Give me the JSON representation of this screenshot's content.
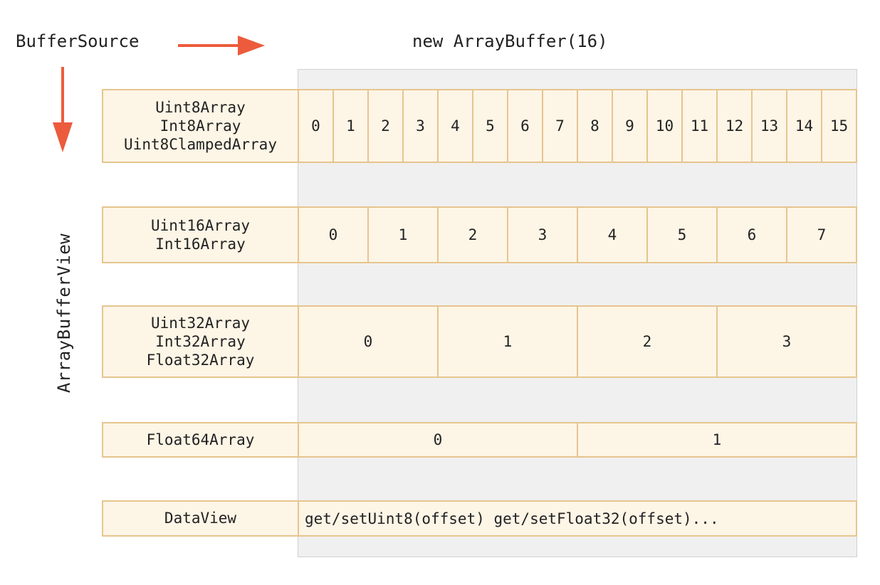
{
  "top_labels": {
    "buffer_source": "BufferSource",
    "array_buffer": "new ArrayBuffer(16)",
    "array_buffer_view": "ArrayBufferView"
  },
  "colors": {
    "arrow": "#ec5b3c",
    "cell_fill": "#fdf5e6",
    "cell_border": "#e6c58e",
    "buffer_fill": "#f0f0f0"
  },
  "rows": [
    {
      "labels": [
        "Uint8Array",
        "Int8Array",
        "Uint8ClampedArray"
      ],
      "cells": [
        "0",
        "1",
        "2",
        "3",
        "4",
        "5",
        "6",
        "7",
        "8",
        "9",
        "10",
        "11",
        "12",
        "13",
        "14",
        "15"
      ]
    },
    {
      "labels": [
        "Uint16Array",
        "Int16Array"
      ],
      "cells": [
        "0",
        "1",
        "2",
        "3",
        "4",
        "5",
        "6",
        "7"
      ]
    },
    {
      "labels": [
        "Uint32Array",
        "Int32Array",
        "Float32Array"
      ],
      "cells": [
        "0",
        "1",
        "2",
        "3"
      ]
    },
    {
      "labels": [
        "Float64Array"
      ],
      "cells": [
        "0",
        "1"
      ]
    },
    {
      "labels": [
        "DataView"
      ],
      "cells": [
        "get/setUint8(offset) get/setFloat32(offset)..."
      ]
    }
  ]
}
